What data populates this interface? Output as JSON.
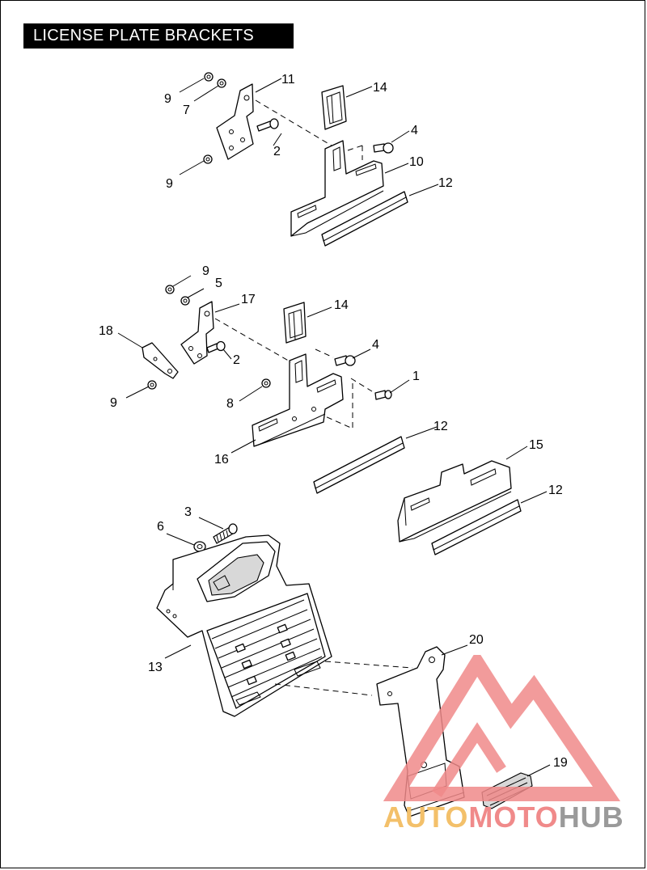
{
  "title": "LICENSE PLATE BRACKETS",
  "callouts": {
    "c9a": "9",
    "c7": "7",
    "c11": "11",
    "c14a": "14",
    "c4a": "4",
    "c2a": "2",
    "c9b": "9",
    "c10": "10",
    "c12a": "12",
    "c9c": "9",
    "c5": "5",
    "c17": "17",
    "c14b": "14",
    "c18": "18",
    "c4b": "4",
    "c2b": "2",
    "c1": "1",
    "c8": "8",
    "c9d": "9",
    "c16": "16",
    "c12b": "12",
    "c15": "15",
    "c12c": "12",
    "c3": "3",
    "c6": "6",
    "c13": "13",
    "c20": "20",
    "c19": "19"
  },
  "watermark": {
    "part1": "AUTO",
    "part2": "MOTO",
    "part3": "HUB",
    "colors": [
      "#f3c06a",
      "#f08a8a",
      "#9a9a9a"
    ]
  }
}
